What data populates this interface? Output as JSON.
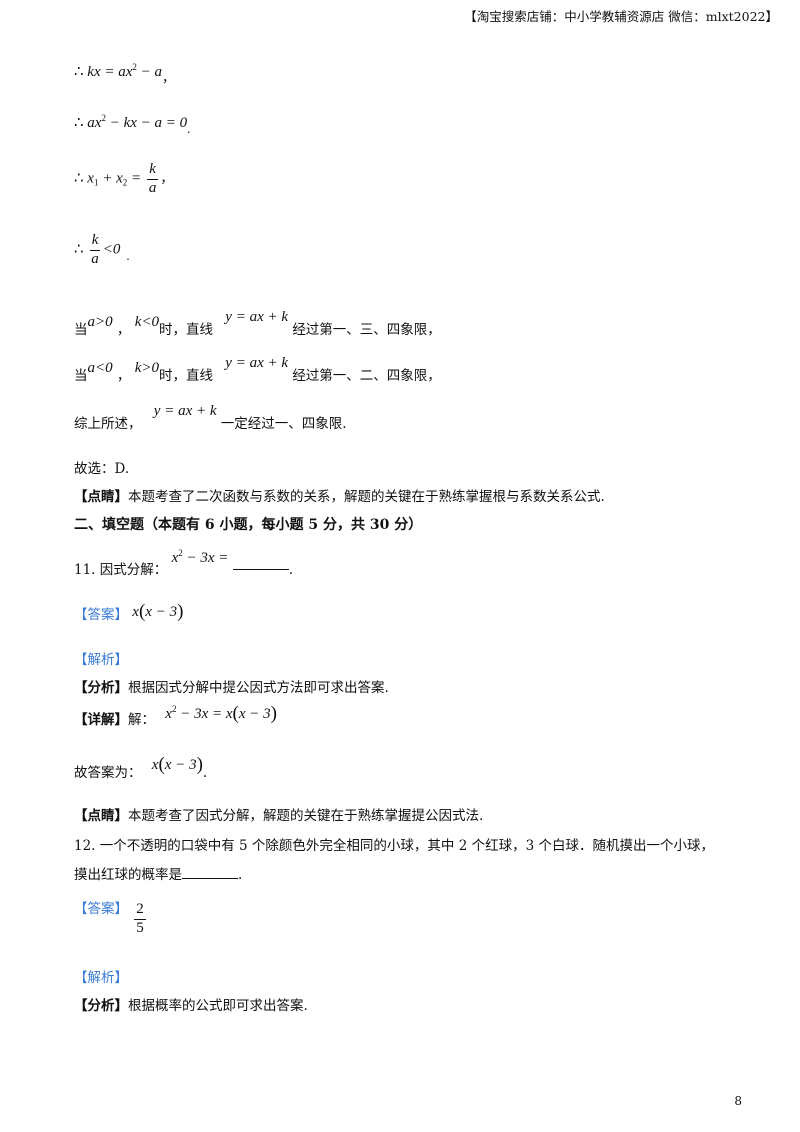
{
  "header": {
    "shop_text": "【淘宝搜索店铺：中小学教辅资源店  微信：mlxt2022】"
  },
  "solution_prev": {
    "l1": {
      "sym": "∴",
      "a": "kx",
      "b": "= ax",
      "exp": "2",
      "c": "− a",
      "tail": "，"
    },
    "l2": {
      "sym": "∴",
      "a": "ax",
      "exp": "2",
      "b": "− kx − a = 0",
      "tail": "."
    },
    "l3": {
      "sym": "∴",
      "x": "x",
      "s1": "1",
      "plus": "+ x",
      "s2": "2",
      "eq": "=",
      "num": "k",
      "den": "a",
      "tail": "，"
    },
    "l4": {
      "sym": "∴",
      "num": "k",
      "den": "a",
      "rel": "<0",
      "tail": "."
    },
    "case1": {
      "p1": "当",
      "m1": "a>0",
      "p2": "，",
      "m2": "k<0",
      "p3": "时，直线",
      "m3": "y = ax + k",
      "p4": "经过第一、三、四象限，"
    },
    "case2": {
      "p1": "当",
      "m1": "a<0",
      "p2": "，",
      "m2": "k>0",
      "p3": "时，直线",
      "m3": "y = ax + k",
      "p4": "经过第一、二、四象限，"
    },
    "summary": {
      "p1": "综上所述，",
      "m1": "y = ax + k",
      "p2": "一定经过一、四象限."
    },
    "choice": "故选：D.",
    "comment": {
      "tag": "【点睛】",
      "text": "本题考查了二次函数与系数的关系，解题的关键在于熟练掌握根与系数关系公式."
    }
  },
  "section_title": "二、填空题（本题有 6 小题，每小题 5 分，共 30 分）",
  "q11": {
    "stem": "11. 因式分解：",
    "expr_a": "x",
    "exp": "2",
    "expr_b": "− 3x =",
    "tail": ".",
    "answer_tag": "【答案】",
    "ans_x": "x",
    "ans_lp": "(",
    "ans_in": "x − 3",
    "ans_rp": ")",
    "analysis_tag": "【解析】",
    "fenxi_tag": "【分析】",
    "fenxi": "根据因式分解中提公因式方法即可求出答案.",
    "detail_tag": "【详解】",
    "detail_prefix": "解：",
    "d_a": "x",
    "d_exp": "2",
    "d_b": "− 3x = x",
    "d_lp": "(",
    "d_in": "x − 3",
    "d_rp": ")",
    "final_text": "故答案为：",
    "f_x": "x",
    "f_lp": "(",
    "f_in": "x − 3",
    "f_rp": ")",
    "f_tail": ".",
    "comment_tag": "【点睛】",
    "comment": "本题考查了因式分解，解题的关键在于熟练掌握提公因式法."
  },
  "q12": {
    "stem_line1": "12. 一个不透明的口袋中有 5 个除颜色外完全相同的小球，其中 2 个红球，3 个白球．随机摸出一个小球，",
    "stem_line2_prefix": "摸出红球的概率是",
    "stem_line2_tail": ".",
    "answer_tag": "【答案】",
    "ans_num": "2",
    "ans_den": "5",
    "analysis_tag": "【解析】",
    "fenxi_tag": "【分析】",
    "fenxi": "根据概率的公式即可求出答案."
  },
  "footer": {
    "page_number": "8"
  }
}
